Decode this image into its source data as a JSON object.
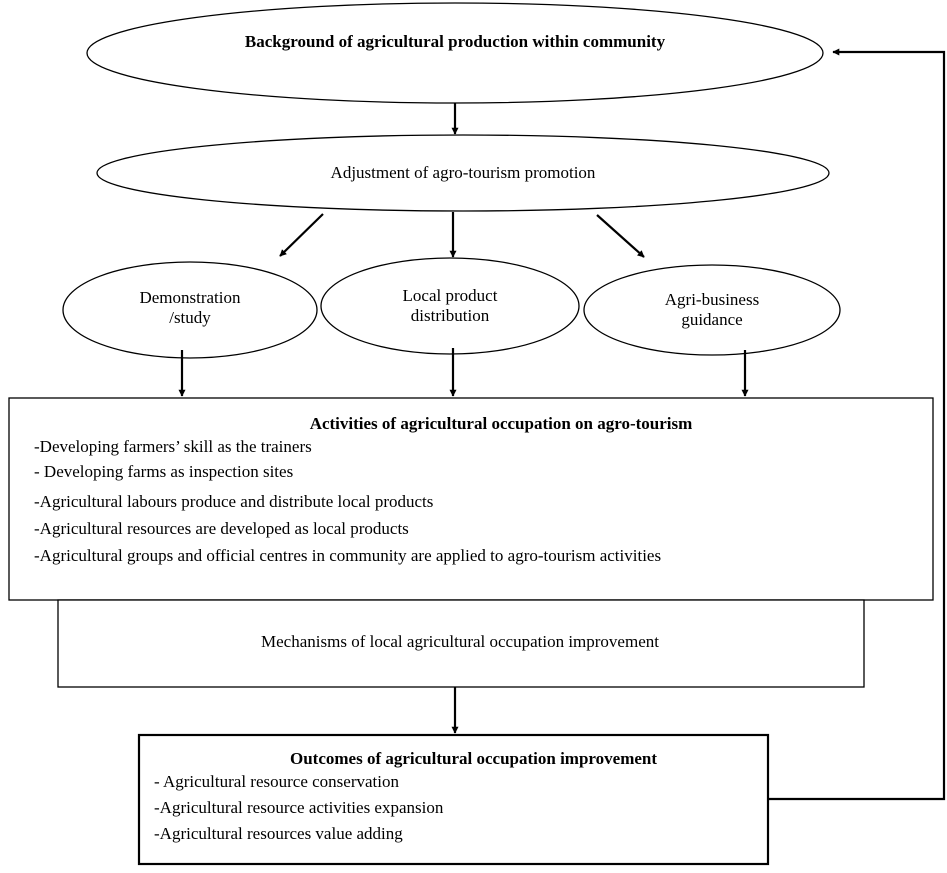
{
  "nodes": {
    "background": "Background of agricultural production within community",
    "adjustment": "Adjustment of agro-tourism promotion",
    "demonstration": "Demonstration /study",
    "local_product": "Local product distribution",
    "agri_business": "Agri-business guidance",
    "activities": {
      "title": "Activities of agricultural occupation on agro-tourism",
      "items": [
        "-Developing farmers’ skill as the trainers",
        "- Developing farms as inspection sites",
        "-Agricultural labours produce and distribute local products",
        "-Agricultural resources are developed as local products",
        "-Agricultural groups and official centres in community are applied to agro-tourism activities"
      ]
    },
    "mechanisms": "Mechanisms of local agricultural occupation improvement",
    "outcomes": {
      "title": "Outcomes of agricultural occupation improvement",
      "items": [
        "- Agricultural resource conservation",
        "-Agricultural resource activities expansion",
        "-Agricultural resources value adding"
      ]
    }
  },
  "colors": {
    "stroke": "#000000",
    "fill": "#ffffff"
  }
}
